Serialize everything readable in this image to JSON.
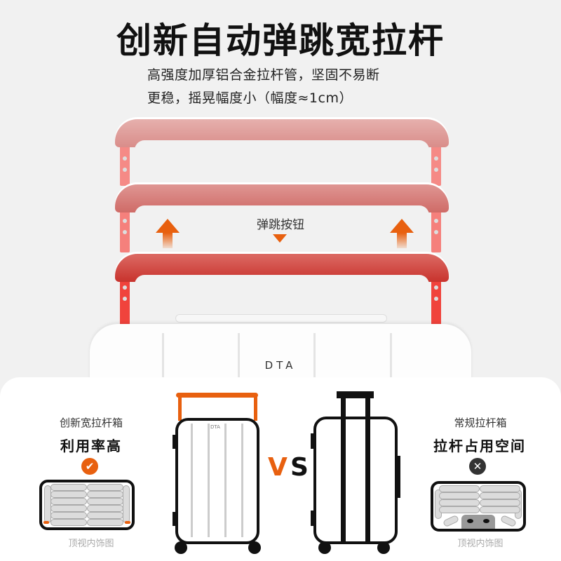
{
  "header": {
    "title": "创新自动弹跳宽拉杆",
    "subtitle_line1": "高强度加厚铝合金拉杆管，坚固不易断",
    "subtitle_line2": "更稳，摇晃幅度小（幅度≈1cm）"
  },
  "illustration": {
    "button_label": "弹跳按钮",
    "brand": "DTA",
    "handle_colors": [
      "#e3a9a6",
      "#dc8a87",
      "#d94e47"
    ],
    "pole_colors": [
      "#f58a86",
      "#f5807c",
      "#f0433c"
    ],
    "arrow_color": "#e8600f"
  },
  "comparison": {
    "left": {
      "small_label": "创新宽拉杆箱",
      "big_label": "利用率高",
      "badge_icon": "✔",
      "caption": "顶视内饰图",
      "brand": "DTA"
    },
    "vs": {
      "v": "V",
      "s": "S"
    },
    "right": {
      "small_label": "常规拉杆箱",
      "big_label": "拉杆占用空间",
      "badge_icon": "✕",
      "caption": "顶视内饰图"
    },
    "accent_color": "#e8600f",
    "dark_color": "#111111"
  }
}
